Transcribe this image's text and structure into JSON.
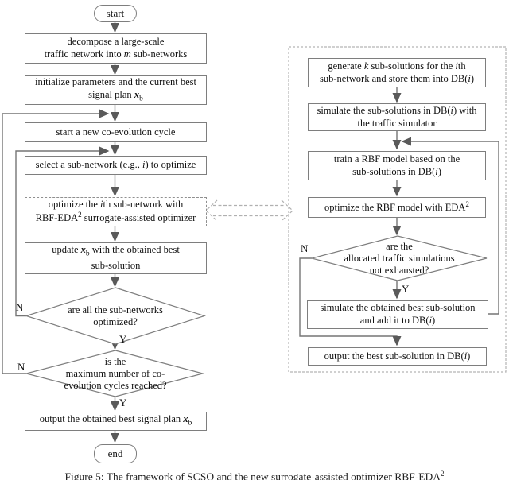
{
  "figure": {
    "caption_text": "Figure 5: The framework of SCSO and the new surrogate-assisted optimizer RBF-EDA",
    "caption_sup": "2"
  },
  "labels": {
    "n": "N",
    "y": "Y"
  },
  "colors": {
    "box_border": "#7e7e7e",
    "arrow": "#5a5a5a",
    "line": "#757575",
    "dashed_panel": "#b5b5b5",
    "text": "#111111"
  },
  "left": {
    "start": "start",
    "decompose": {
      "l1": "decompose a large-scale",
      "l2a": "traffic network into ",
      "l2b": "m",
      "l2c": " sub-networks"
    },
    "init": {
      "l1": "initialize parameters and the current best",
      "l2a": "signal plan ",
      "l2b": "x",
      "l2c": "b"
    },
    "cycle": "start a new co-evolution cycle",
    "select": {
      "a": "select a sub-network (e.g., ",
      "b": "i",
      "c": ") to optimize"
    },
    "optimize": {
      "l1a": "optimize the ",
      "l1b": "i",
      "l1c": "th sub-network with",
      "l2a": "RBF-EDA",
      "l2b": "2",
      "l2c": " surrogate-assisted optimizer"
    },
    "update": {
      "l1a": "update ",
      "l1b": "x",
      "l1c": "b",
      "l1d": " with the obtained best",
      "l2": "sub-solution"
    },
    "d1": {
      "l1": "are all the sub-networks",
      "l2": "optimized?"
    },
    "d2": {
      "l1": "is the",
      "l2": "maximum number of co-",
      "l3": "evolution cycles reached?"
    },
    "output": {
      "a": "output the obtained best signal plan ",
      "b": "x",
      "c": "b"
    },
    "end": "end"
  },
  "right": {
    "gen": {
      "l1a": "generate ",
      "l1b": "k",
      "l1c": " sub-solutions for the ",
      "l1d": "i",
      "l1e": "th",
      "l2a": "sub-network and store them into DB(",
      "l2b": "i",
      "l2c": ")"
    },
    "sim": {
      "l1a": "simulate the sub-solutions in DB(",
      "l1b": "i",
      "l1c": ") with",
      "l2": "the traffic simulator"
    },
    "train": {
      "l1": "train a RBF model based on the",
      "l2a": "sub-solutions in DB(",
      "l2b": "i",
      "l2c": ")"
    },
    "opt": {
      "a": "optimize the RBF model with EDA",
      "b": "2"
    },
    "d3": {
      "l1": "are the",
      "l2": "allocated traffic simulations",
      "l3": "not exhausted?"
    },
    "simbest": {
      "l1": "simulate the obtained best sub-solution",
      "l2a": "and add it to DB(",
      "l2b": "i",
      "l2c": ")"
    },
    "output": {
      "a": "output the best sub-solution in DB(",
      "b": "i",
      "c": ")"
    }
  }
}
